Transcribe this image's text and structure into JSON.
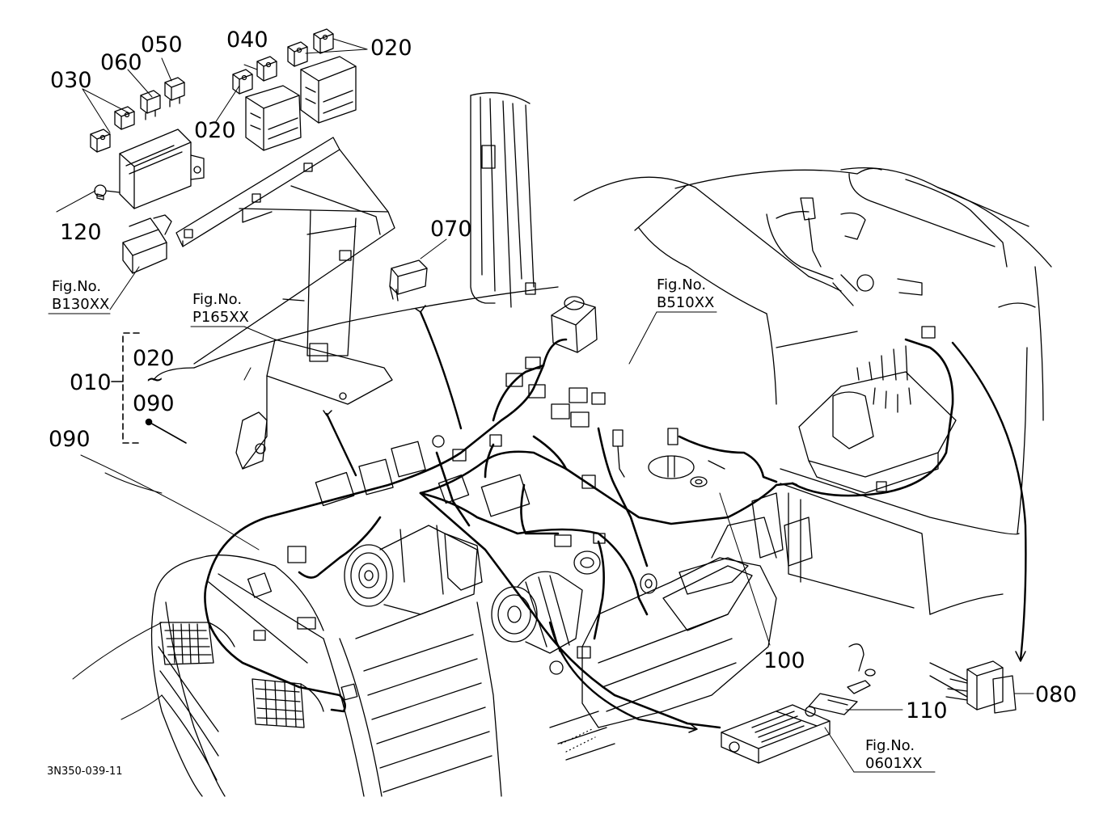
{
  "document_code": "3N350-039-11",
  "callouts": {
    "c010": "010",
    "c020_top": "020",
    "c020_left": "020",
    "c030": "030",
    "c040": "040",
    "c050": "050",
    "c060": "060",
    "c070": "070",
    "c080": "080",
    "c090": "090",
    "c100": "100",
    "c110": "110",
    "c120": "120"
  },
  "range": {
    "start": "020",
    "tilde": "~",
    "end": "090"
  },
  "figure_refs": {
    "b130": {
      "prefix": "Fig.No.",
      "code": "B130XX"
    },
    "p165": {
      "prefix": "Fig.No.",
      "code": "P165XX"
    },
    "b510": {
      "prefix": "Fig.No.",
      "code": "B510XX"
    },
    "f0601": {
      "prefix": "Fig.No.",
      "code": "0601XX"
    }
  },
  "colors": {
    "ink": "#000000",
    "paper": "#ffffff"
  }
}
